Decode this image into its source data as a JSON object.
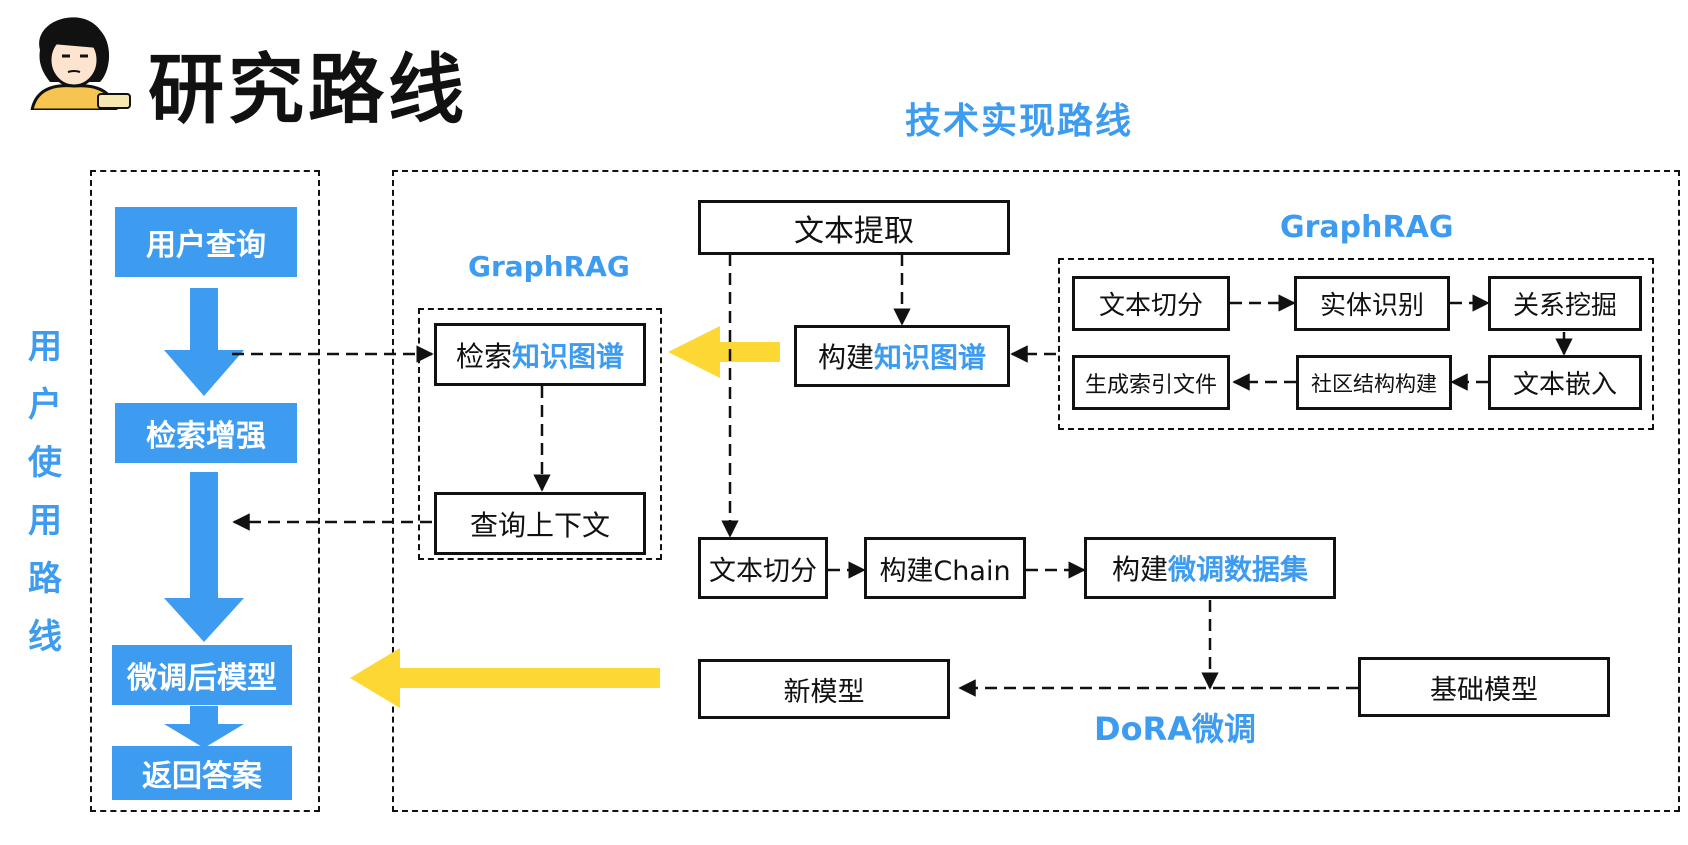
{
  "header": {
    "title": "研究路线",
    "subtitle": "技术实现路线"
  },
  "user_flow": {
    "vertical_label": [
      "用",
      "户",
      "使",
      "用",
      "路",
      "线"
    ],
    "steps": [
      "用户查询",
      "检索增强",
      "微调后模型",
      "返回答案"
    ]
  },
  "graphrag_query": {
    "label": "GraphRAG",
    "search": {
      "prefix": "检索",
      "highlight": "知识图谱"
    },
    "context": "查询上下文"
  },
  "center": {
    "text_extract": "文本提取",
    "build_kg": {
      "prefix": "构建",
      "highlight": "知识图谱"
    },
    "text_split": "文本切分",
    "build_chain": "构建Chain",
    "build_dataset": {
      "prefix": "构建",
      "highlight": "微调数据集"
    },
    "new_model": "新模型",
    "base_model": "基础模型",
    "dora_label": "DoRA微调"
  },
  "graphrag_index": {
    "label": "GraphRAG",
    "row1": [
      "文本切分",
      "实体识别",
      "关系挖掘"
    ],
    "row2": [
      "生成索引文件",
      "社区结构构建",
      "文本嵌入"
    ]
  },
  "colors": {
    "accent": "#3d9bf0",
    "arrow_yellow": "#fdd835",
    "line": "#111111"
  },
  "icons": {
    "mascot": "thinking-girl-mascot-icon"
  }
}
